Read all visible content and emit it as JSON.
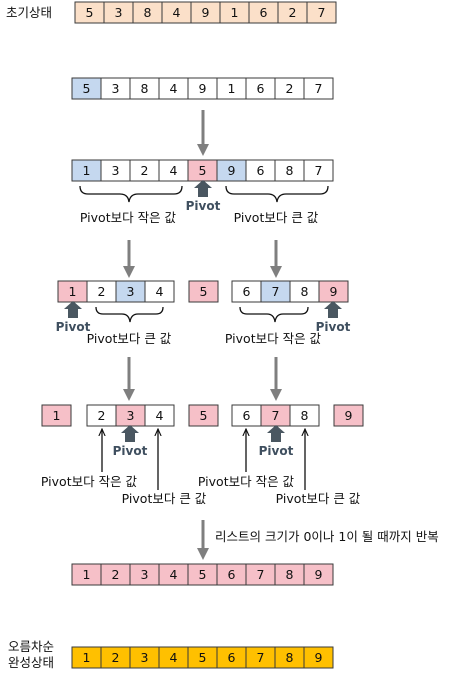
{
  "colors": {
    "peach": "#fbe0c9",
    "blue": "#c5d8ef",
    "red": "#f6c0c8",
    "gold": "#ffc000",
    "white": "#ffffff",
    "border": "#3a3a3a",
    "arrow_gray": "#7f7f7f",
    "pivot_arrow": "#4a5761",
    "pivot_text": "#3f4f5f"
  },
  "labels": {
    "initial_state": "초기상태",
    "sorted_line1": "오름차순",
    "sorted_line2": "완성상태",
    "pivot": "Pivot",
    "smaller": "Pivot보다 작은 값",
    "larger": "Pivot보다 큰 값",
    "recursion_note": "리스트의 크기가 0이나 1이 될 때까지 반복"
  },
  "arrays": {
    "initial": [
      {
        "v": "5",
        "c": "peach"
      },
      {
        "v": "3",
        "c": "peach"
      },
      {
        "v": "8",
        "c": "peach"
      },
      {
        "v": "4",
        "c": "peach"
      },
      {
        "v": "9",
        "c": "peach"
      },
      {
        "v": "1",
        "c": "peach"
      },
      {
        "v": "6",
        "c": "peach"
      },
      {
        "v": "2",
        "c": "peach"
      },
      {
        "v": "7",
        "c": "peach"
      }
    ],
    "step1": [
      {
        "v": "5",
        "c": "blue"
      },
      {
        "v": "3",
        "c": "white"
      },
      {
        "v": "8",
        "c": "white"
      },
      {
        "v": "4",
        "c": "white"
      },
      {
        "v": "9",
        "c": "white"
      },
      {
        "v": "1",
        "c": "white"
      },
      {
        "v": "6",
        "c": "white"
      },
      {
        "v": "2",
        "c": "white"
      },
      {
        "v": "7",
        "c": "white"
      }
    ],
    "step2": [
      {
        "v": "1",
        "c": "blue"
      },
      {
        "v": "3",
        "c": "white"
      },
      {
        "v": "2",
        "c": "white"
      },
      {
        "v": "4",
        "c": "white"
      },
      {
        "v": "5",
        "c": "red"
      },
      {
        "v": "9",
        "c": "blue"
      },
      {
        "v": "6",
        "c": "white"
      },
      {
        "v": "8",
        "c": "white"
      },
      {
        "v": "7",
        "c": "white"
      }
    ],
    "step3_left": [
      {
        "v": "1",
        "c": "red"
      },
      {
        "v": "2",
        "c": "white"
      },
      {
        "v": "3",
        "c": "blue"
      },
      {
        "v": "4",
        "c": "white"
      }
    ],
    "step3_mid": [
      {
        "v": "5",
        "c": "red"
      }
    ],
    "step3_right": [
      {
        "v": "6",
        "c": "white"
      },
      {
        "v": "7",
        "c": "blue"
      },
      {
        "v": "8",
        "c": "white"
      },
      {
        "v": "9",
        "c": "red"
      }
    ],
    "step4_a": [
      {
        "v": "1",
        "c": "red"
      }
    ],
    "step4_b": [
      {
        "v": "2",
        "c": "white"
      },
      {
        "v": "3",
        "c": "red"
      },
      {
        "v": "4",
        "c": "white"
      }
    ],
    "step4_c": [
      {
        "v": "5",
        "c": "red"
      }
    ],
    "step4_d": [
      {
        "v": "6",
        "c": "white"
      },
      {
        "v": "7",
        "c": "red"
      },
      {
        "v": "8",
        "c": "white"
      }
    ],
    "step4_e": [
      {
        "v": "9",
        "c": "red"
      }
    ],
    "step5": [
      {
        "v": "1",
        "c": "red"
      },
      {
        "v": "2",
        "c": "red"
      },
      {
        "v": "3",
        "c": "red"
      },
      {
        "v": "4",
        "c": "red"
      },
      {
        "v": "5",
        "c": "red"
      },
      {
        "v": "6",
        "c": "red"
      },
      {
        "v": "7",
        "c": "red"
      },
      {
        "v": "8",
        "c": "red"
      },
      {
        "v": "9",
        "c": "red"
      }
    ],
    "final": [
      {
        "v": "1",
        "c": "gold"
      },
      {
        "v": "2",
        "c": "gold"
      },
      {
        "v": "3",
        "c": "gold"
      },
      {
        "v": "4",
        "c": "gold"
      },
      {
        "v": "5",
        "c": "gold"
      },
      {
        "v": "6",
        "c": "gold"
      },
      {
        "v": "7",
        "c": "gold"
      },
      {
        "v": "8",
        "c": "gold"
      },
      {
        "v": "9",
        "c": "gold"
      }
    ]
  }
}
